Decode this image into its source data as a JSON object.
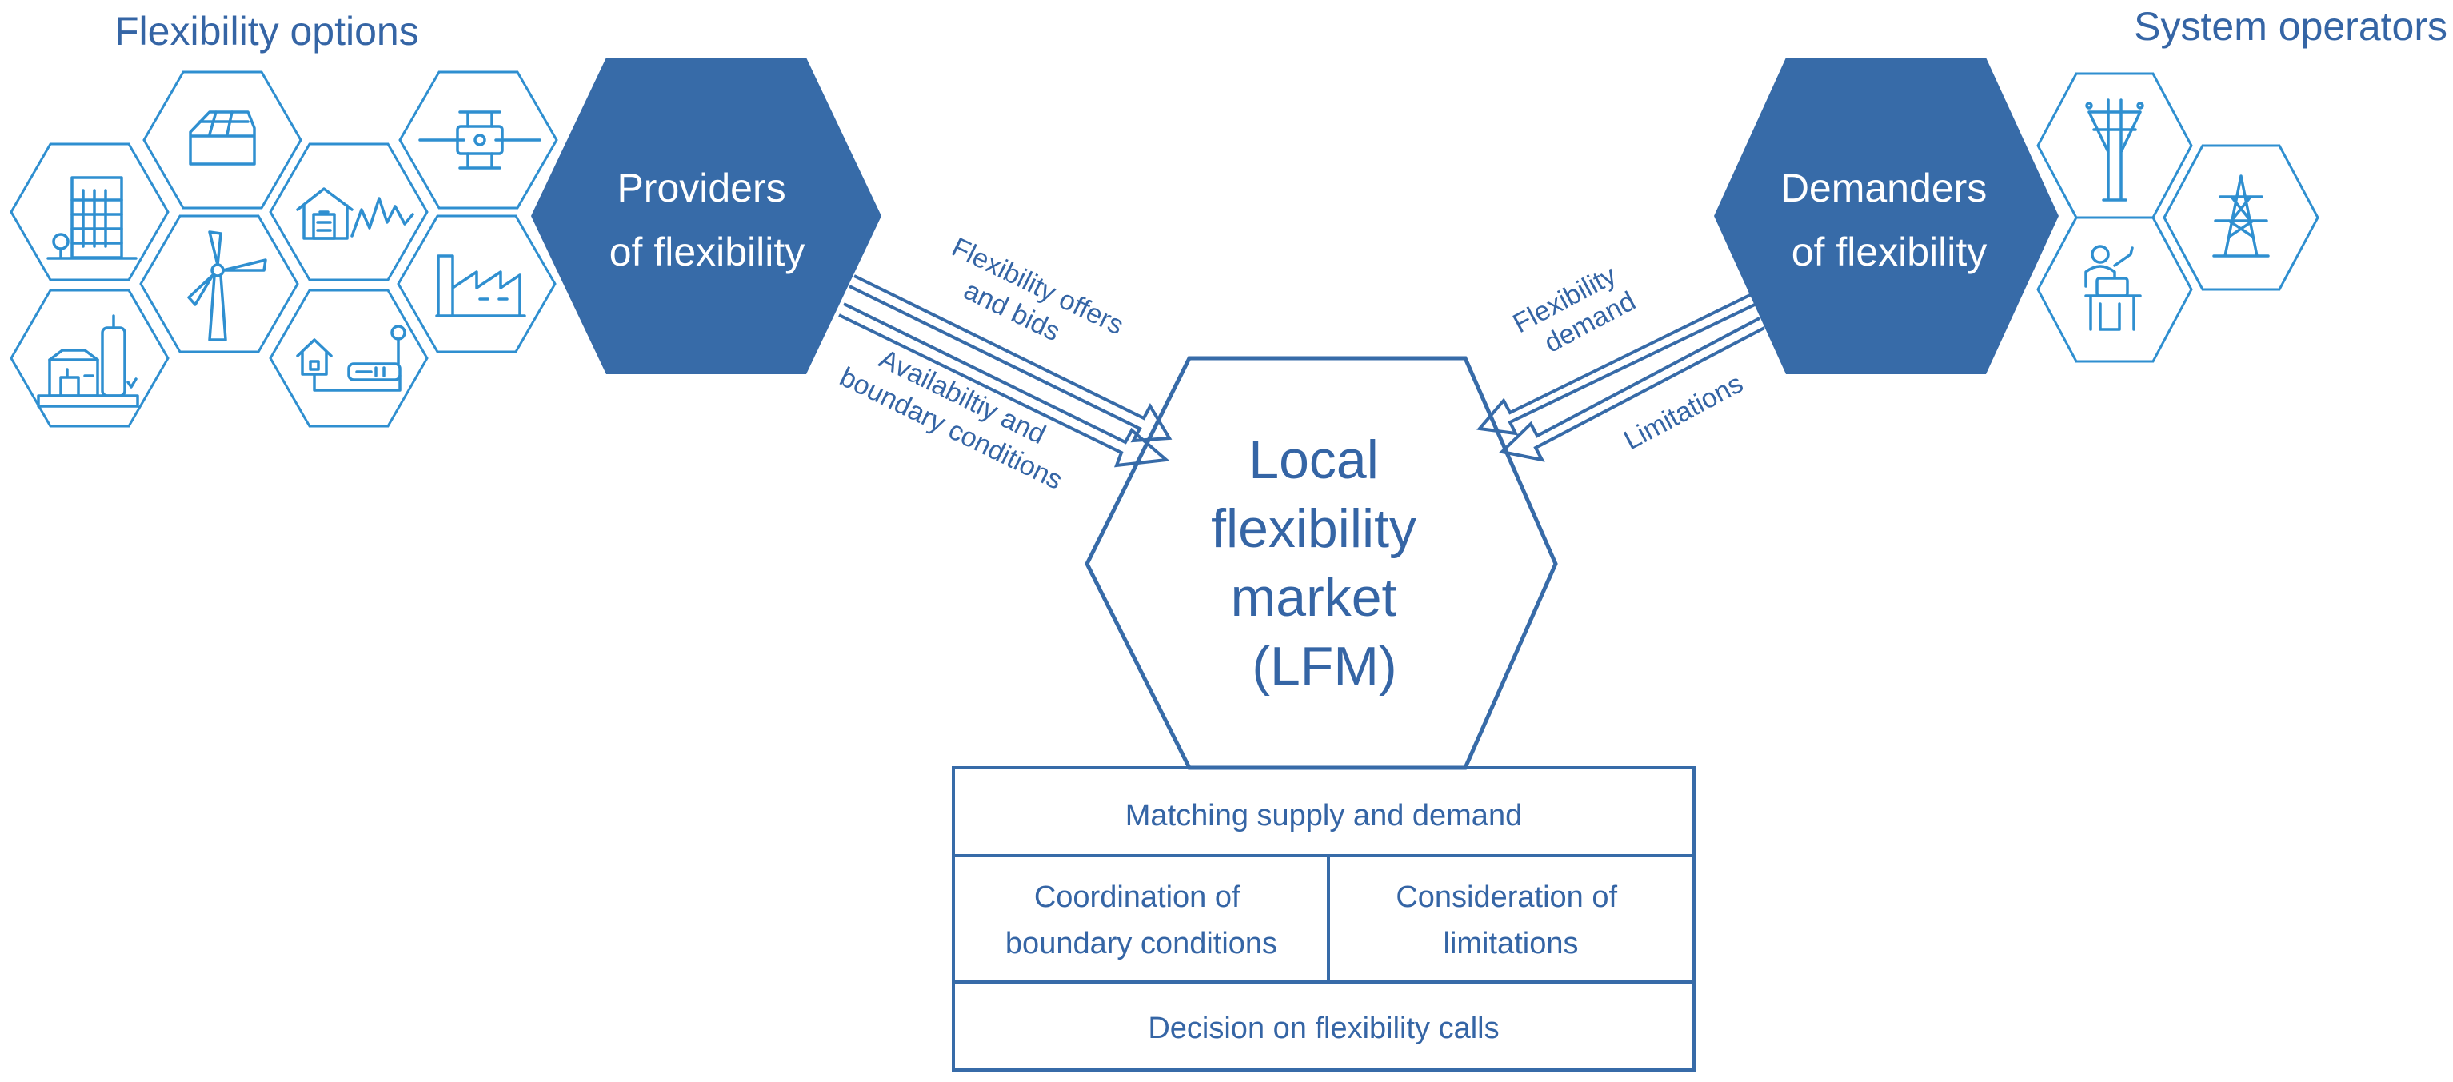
{
  "titles": {
    "flexibility_options": "Flexibility options",
    "system_operators": "System operators"
  },
  "nodes": {
    "providers": [
      "Providers",
      "of flexibility"
    ],
    "demanders": [
      "Demanders",
      "of flexibility"
    ],
    "market": [
      "Local",
      "flexibility",
      "market",
      "(LFM)"
    ]
  },
  "arrows": {
    "offers": [
      "Flexibility offers",
      "and bids"
    ],
    "availability": [
      "Availabiltiy and",
      "boundary conditions"
    ],
    "demand": [
      "Flexibility",
      "demand"
    ],
    "limitations": [
      "Limitations"
    ]
  },
  "table": {
    "row1": "Matching supply and demand",
    "row2_left": [
      "Coordination of",
      "boundary conditions"
    ],
    "row2_right": [
      "Consideration of",
      "limitations"
    ],
    "row3": "Decision on flexibility calls"
  },
  "icons": {
    "flexibility_options": [
      "office-building-icon",
      "solar-roof-icon",
      "wind-turbine-icon",
      "house-battery-icon",
      "power-switch-icon",
      "factory-icon",
      "industrial-plant-icon",
      "house-ev-charger-icon"
    ],
    "system_operators": [
      "power-pole-icon",
      "transmission-tower-icon",
      "operator-desk-icon"
    ]
  },
  "colors": {
    "primary": "#376ba8",
    "text": "#3565a5",
    "icon": "#2f8fd0",
    "background": "#ffffff"
  }
}
